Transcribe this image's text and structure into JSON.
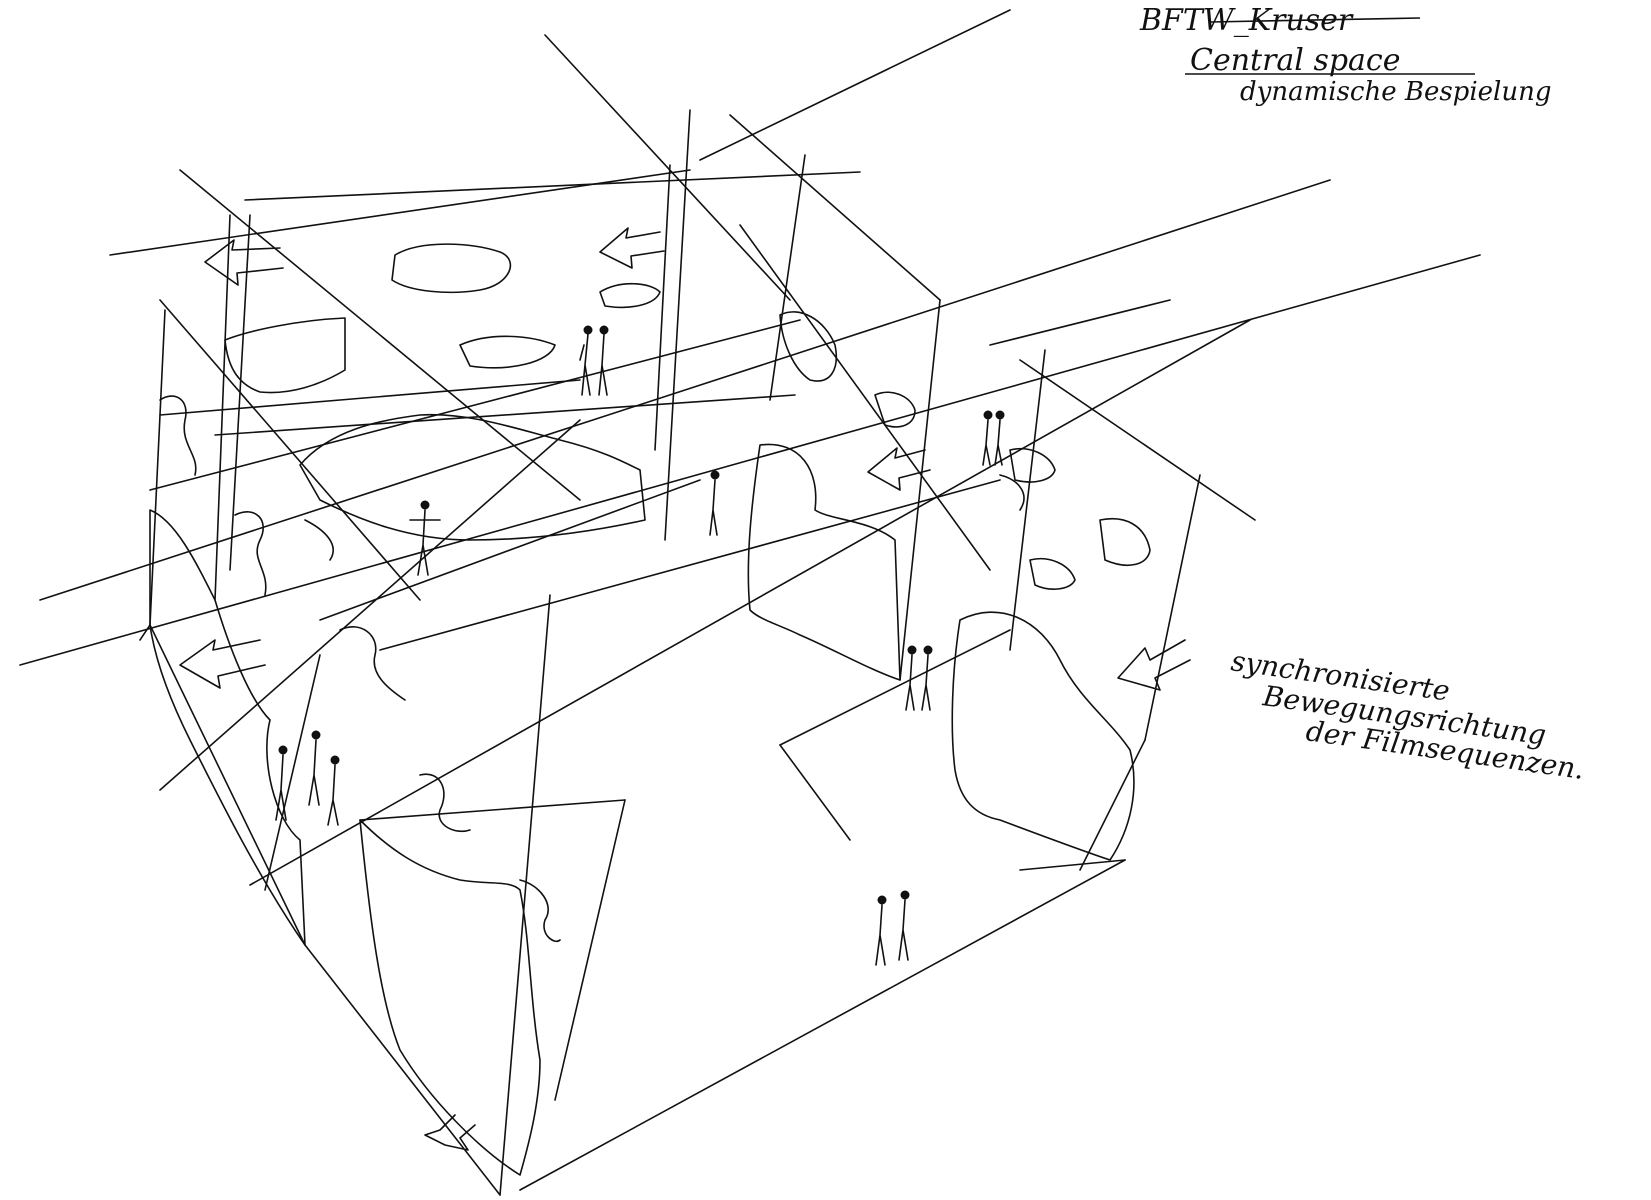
{
  "header": {
    "line1": "BFTW_Kruser",
    "line2": "Central space",
    "line3": "dynamische Bespielung"
  },
  "annotation": {
    "line1": "synchronisierte",
    "line2": "Bewegungsrichtung",
    "line3": "der Filmsequenzen."
  },
  "style": {
    "ink_color": "#111111",
    "paper_color": "#ffffff"
  }
}
